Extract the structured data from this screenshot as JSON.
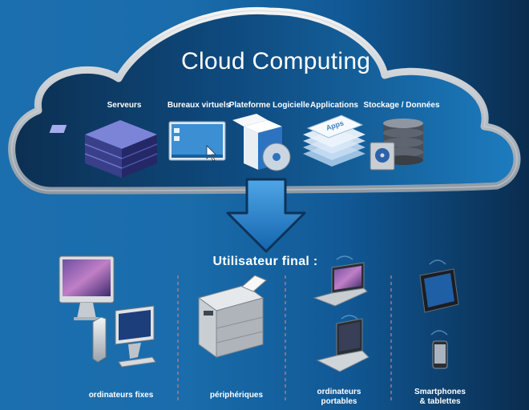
{
  "cloud": {
    "title": "Cloud Computing",
    "categories": [
      {
        "label": "Serveurs",
        "icon": "server-rack-icon"
      },
      {
        "label": "Bureaux virtuels",
        "icon": "virtual-desktop-icon"
      },
      {
        "label": "Plateforme Logicielle",
        "icon": "software-box-icon"
      },
      {
        "label": "Applications",
        "icon": "apps-stack-icon"
      },
      {
        "label": "Stockage / Données",
        "icon": "database-storage-icon"
      }
    ]
  },
  "end_user": {
    "title": "Utilisateur final :",
    "groups": [
      {
        "label_lines": [
          "ordinateurs fixes"
        ],
        "icons": [
          "imac-icon",
          "desktop-tower-icon"
        ]
      },
      {
        "label_lines": [
          "périphériques"
        ],
        "icons": [
          "printer-copier-icon"
        ]
      },
      {
        "label_lines": [
          "ordinateurs",
          "portables"
        ],
        "icons": [
          "laptop-icon",
          "laptop-icon"
        ]
      },
      {
        "label_lines": [
          "Smartphones",
          "& tablettes"
        ],
        "icons": [
          "tablet-icon",
          "smartphone-icon"
        ]
      }
    ]
  },
  "colors": {
    "accent": "#1b6cab",
    "cloud_fill": "#0f4676",
    "arrow": "#1c77c4"
  }
}
